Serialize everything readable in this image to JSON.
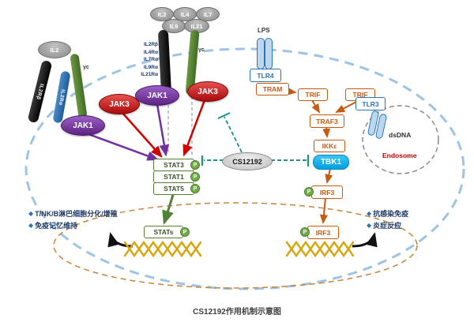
{
  "title_caption": "CS12192作用机制示意图",
  "left_receptor_complex": {
    "cytokine": "IL2",
    "beta_chain": "IL2Rβ",
    "alpha_chain": "IL2Rα",
    "gamma_chain": "γc"
  },
  "shared_receptor_complex": {
    "cytokines": [
      "IL2",
      "IL4",
      "IL7",
      "IL9",
      "IL21"
    ],
    "chains": [
      "IL2Rβ",
      "IL4Rα",
      "IL7Rα",
      "IL9Rα",
      "IL21Rα"
    ],
    "gamma_chain": "γc"
  },
  "kinases": {
    "jak1": "JAK1",
    "jak3": "JAK3"
  },
  "stat_pathway": {
    "stat3": "STAT3",
    "stat1": "STAT1",
    "stat5": "STAT5",
    "stats": "STATs",
    "phospho": "P"
  },
  "inhibitor": {
    "name": "CS12192"
  },
  "tlr_pathway": {
    "lps": "LPS",
    "tlr4": "TLR4",
    "tram": "TRAM",
    "trif": "TRIF",
    "tlr3": "TLR3",
    "traf3": "TRAF3",
    "ikk_epsilon": "IKKε",
    "tbk1": "TBK1",
    "irf3": "IRF3",
    "dsdna": "dsDNA",
    "endosome": "Endosome",
    "phospho": "P"
  },
  "outcomes": {
    "left": {
      "bullet": "◆",
      "items": [
        "T/NK/B淋巴细胞分化/增殖",
        "免疫记忆维持"
      ]
    },
    "right": {
      "bullet": "◆",
      "items": [
        "抗感染免疫",
        "炎症反应"
      ]
    }
  },
  "colors": {
    "jak1_purple": "#7030A0",
    "jak3_red": "#C00000",
    "stat_green": "#538135",
    "pathway_orange": "#C55A11",
    "tlr_blue": "#2E74B5",
    "tbk1_cyan": "#00B0F0",
    "dna_gold": "#D9A50D",
    "membrane_blue": "#9DC3E6",
    "nucleus_tan": "#C55A11",
    "inhibit_teal": "#1E8F8F",
    "annotation_navy": "#1F3864",
    "endosome_red": "#C00000"
  }
}
